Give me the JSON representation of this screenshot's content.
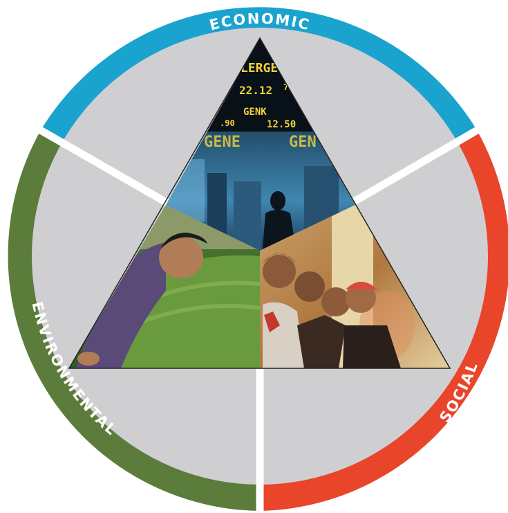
{
  "diagram": {
    "labels": {
      "economic": "ECONOMIC",
      "environmental": "ENVIRONMENTAL",
      "social": "SOCIAL"
    },
    "colors": {
      "economic": "#1aa3cf",
      "environmental": "#5b7c3a",
      "social": "#e8452b",
      "sector_fill": "#cfcfd2",
      "divider": "#ffffff"
    },
    "photos": {
      "economic": "stock-exchange-ticker-board-with-businessman-silhouette",
      "environmental": "boy-looking-at-green-seedlings",
      "social": "group-of-smiling-children"
    }
  }
}
